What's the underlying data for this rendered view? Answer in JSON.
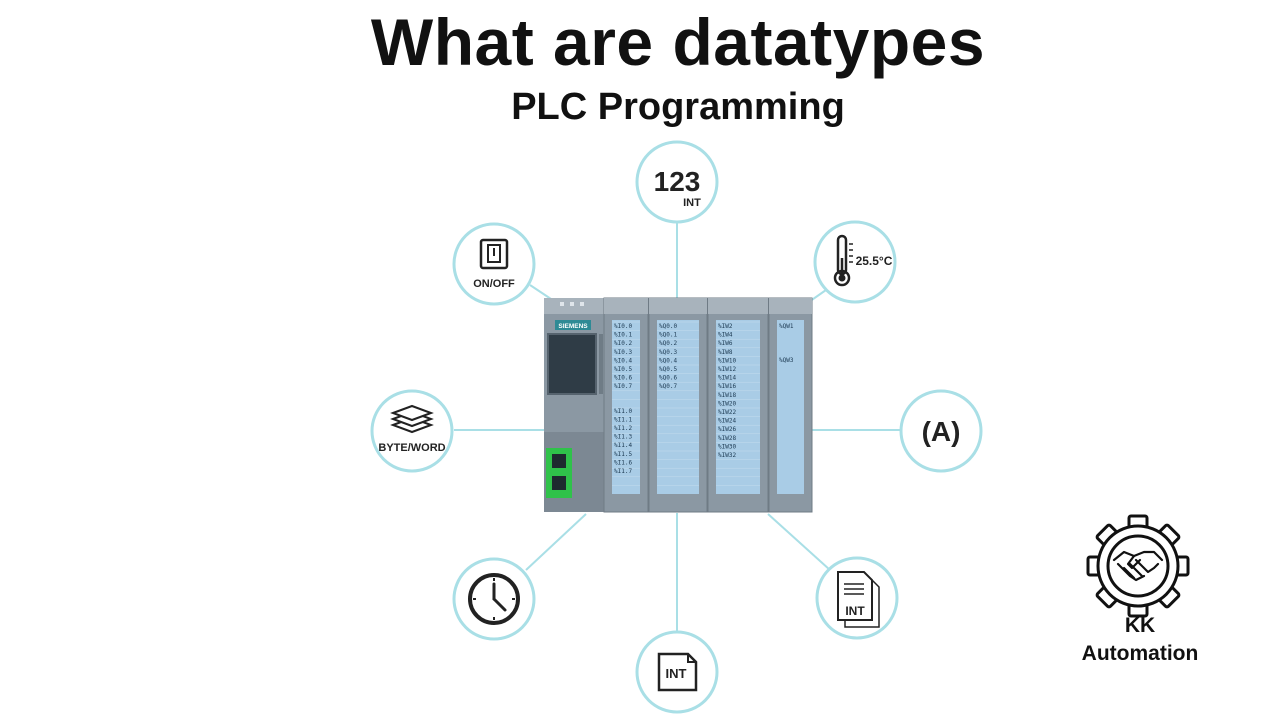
{
  "header": {
    "title": "What are datatypes",
    "subtitle": "PLC Programming"
  },
  "nodes": {
    "int_top": {
      "main": "123",
      "sub": "INT"
    },
    "on_off": {
      "label": "ON/OFF"
    },
    "temperature": {
      "label": "25.5°C"
    },
    "byte_word": {
      "label": "BYTE/WORD"
    },
    "char": {
      "label": "(A)"
    },
    "doc_right": {
      "label": "INT"
    },
    "doc_bottom": {
      "label": "INT"
    }
  },
  "plc": {
    "brand": "SIEMENS",
    "module_di": [
      "%I0.0",
      "%I0.1",
      "%I0.2",
      "%I0.3",
      "%I0.4",
      "%I0.5",
      "%I0.6",
      "%I0.7",
      "%I1.0",
      "%I1.1",
      "%I1.2",
      "%I1.3",
      "%I1.4",
      "%I1.5",
      "%I1.6",
      "%I1.7"
    ],
    "module_dq": [
      "%Q0.0",
      "%Q0.1",
      "%Q0.2",
      "%Q0.3",
      "%Q0.4",
      "%Q0.5",
      "%Q0.6",
      "%Q0.7"
    ],
    "module_ai": [
      "%IW2",
      "%IW4",
      "%IW6",
      "%IW8",
      "%IW10",
      "%IW12",
      "%IW14",
      "%IW16",
      "%IW18",
      "%IW20",
      "%IW22",
      "%IW24",
      "%IW26",
      "%IW28",
      "%IW30",
      "%IW32"
    ],
    "module_aq": [
      "%QW1",
      "%QW3"
    ]
  },
  "logo": {
    "line1": "KK",
    "line2": "Automation"
  },
  "colors": {
    "connector": "#a9dfe6",
    "plc_body": "#8b98a3",
    "plc_strip": "#a9cce6",
    "port_green": "#2fc24a"
  }
}
